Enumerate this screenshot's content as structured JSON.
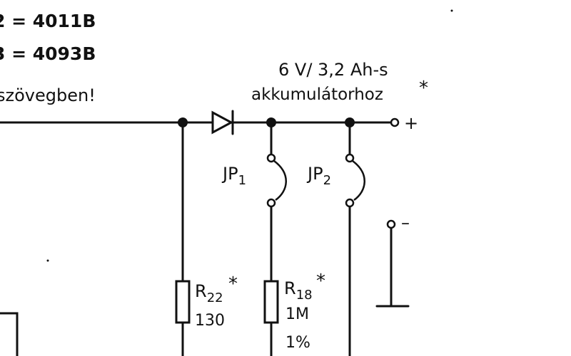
{
  "notes": {
    "line1": "2 = 4011B",
    "line2": "3 = 4093B",
    "line3": "szövegben!"
  },
  "battery": {
    "line1": "6 V/ 3,2 Ah-s",
    "line2": "akkumulátorhoz",
    "star": "*"
  },
  "terminals": {
    "plus": "+",
    "minus": "–"
  },
  "jumpers": {
    "jp1_prefix": "JP",
    "jp1_sub": "1",
    "jp2_prefix": "JP",
    "jp2_sub": "2"
  },
  "resistors": {
    "r22": {
      "prefix": "R",
      "sub": "22",
      "star": "*",
      "value": "130"
    },
    "r18": {
      "prefix": "R",
      "sub": "18",
      "star": "*",
      "value": "1M",
      "tolerance": "1%"
    }
  }
}
